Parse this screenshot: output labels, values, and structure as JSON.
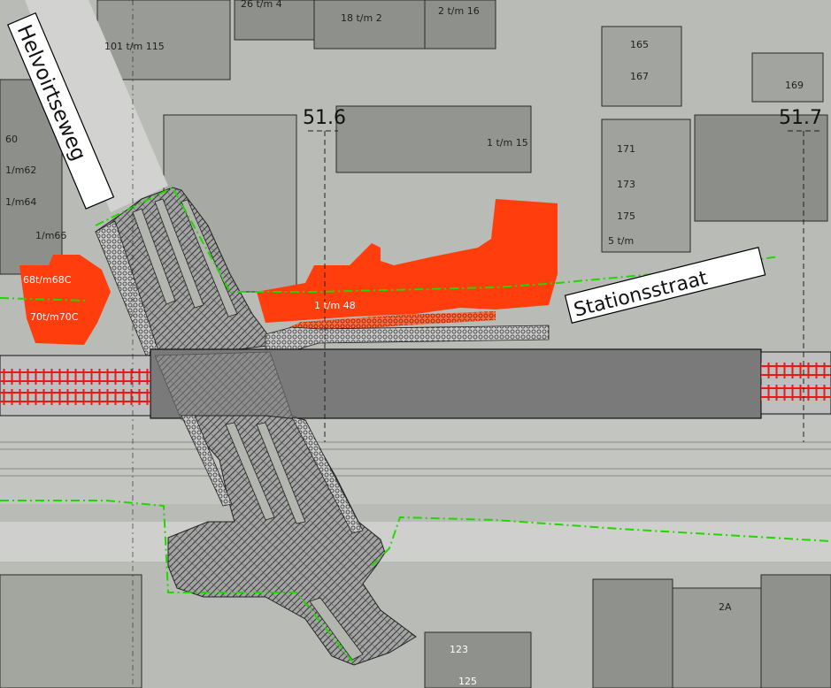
{
  "streets": {
    "helvoirtseweg": "Helvoirtseweg",
    "stationsstraat": "Stationsstraat"
  },
  "kilometer_markers": [
    {
      "id": "km-51-6",
      "label": "51.6"
    },
    {
      "id": "km-51-7",
      "label": "51.7"
    }
  ],
  "house_numbers": {
    "n101_115": "101 t/m 115",
    "n26_4x": "26 t/m 4",
    "n18_2x": "18 t/m 2",
    "n2_16": "2 t/m 16",
    "n165": "165",
    "n167": "167",
    "n169": "169",
    "n1_15": "1 t/m 15",
    "n171": "171",
    "n173": "173",
    "n175": "175",
    "n5_t": "5 t/m",
    "n60": "60",
    "n1_m62": "1/m62",
    "n1_m64": "1/m64",
    "n1_m66": "1/m66",
    "n68_m68c": "68t/m68C",
    "n70_m70c": "70t/m70C",
    "n1_48": "1 t/m 48",
    "n2a": "2A",
    "n123": "123",
    "n125": "125"
  },
  "colors": {
    "aerial_base": "#b9bcb6",
    "building_red": "#ff3d0d",
    "bridge_gray": "#7a7a7a",
    "rail_red": "#e81919",
    "boundary_green": "#22d600",
    "paving_gray": "#9a9a9a"
  }
}
